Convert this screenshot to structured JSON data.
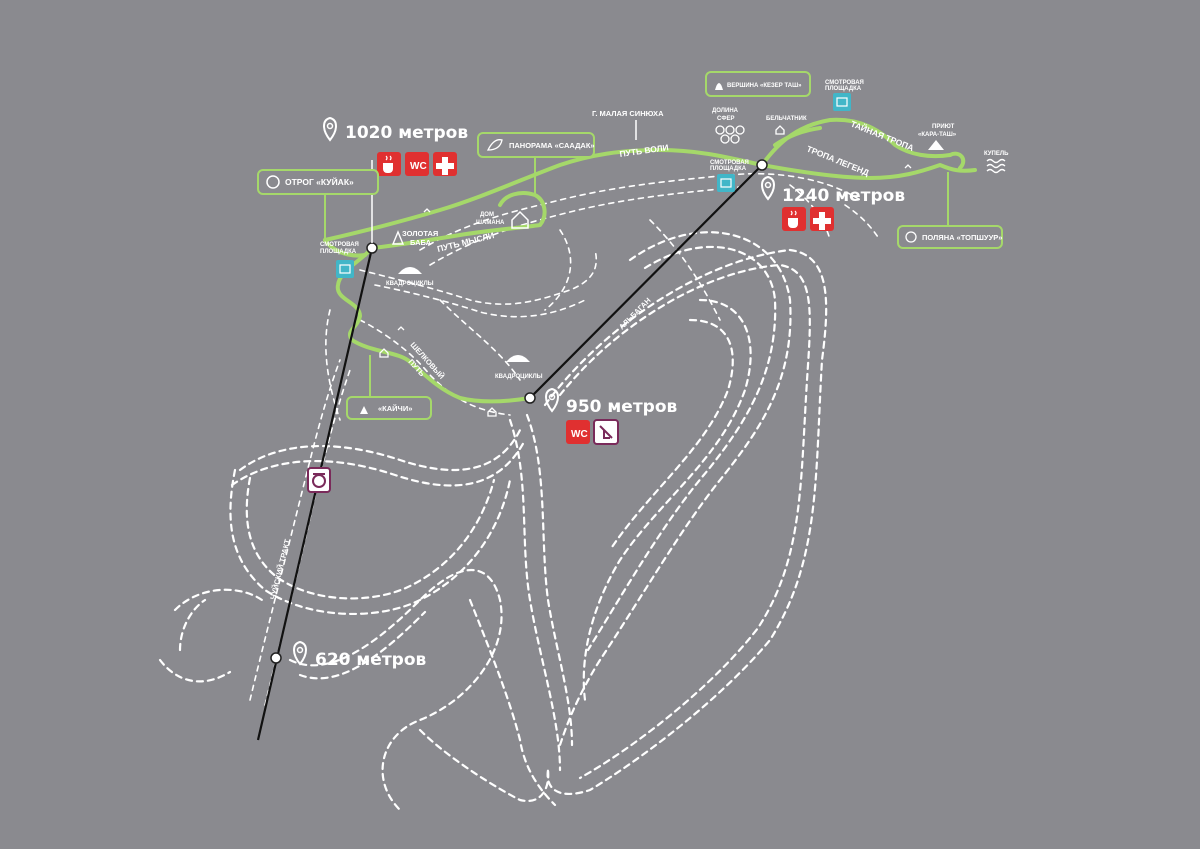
{
  "altitudes": {
    "a620": "620 метров",
    "a950": "950 метров",
    "a1020": "1020 метров",
    "a1240": "1240 метров"
  },
  "places": {
    "malaya_sinyukha": "Г. МАЛАЯ СИНЮХА",
    "put_voli": "ПУТЬ ВОЛИ",
    "put_mysli": "ПУТЬ МЫСЛИ",
    "dom_shamana": [
      "ДОМ",
      "ШАМАНА"
    ],
    "zolotaya_baba": [
      "ЗОЛОТАЯ",
      "БАБА"
    ],
    "kvadrocikly": "КВАДРОЦИКЛЫ",
    "shelkovy_put": [
      "ШЕЛКОВЫЙ",
      "ПУТЬ"
    ],
    "albagan": "АЛЬБАГАН",
    "chuysky_trakt": "ЧУЙСКИЙ ТРАКТ",
    "dolina_sfer": [
      "ДОЛИНА",
      "СФЕР"
    ],
    "belchatnik": "БЕЛЬЧАТНИК",
    "taynaya_tropa": "ТАЙНАЯ ТРОПА",
    "tropa_legend": "ТРОПА ЛЕГЕНД",
    "priyut": [
      "ПРИЮТ",
      "«КАРА-ТАШ»"
    ],
    "kupel": "КУПЕЛЬ",
    "smotrovaya": [
      "СМОТРОВАЯ",
      "ПЛОЩАДКА"
    ]
  },
  "callouts": {
    "otrog": "ОТРОГ «КУЙАК»",
    "panorama": "ПАНОРАМА «СААДАК»",
    "kaychi": "«КАЙЧИ»",
    "vershina": "ВЕРШИНА «КЕЗЕР ТАШ»",
    "polyana": "ПОЛЯНА «ТОПШУУР»"
  },
  "amenities": {
    "wc": "WC"
  },
  "colors": {
    "background": "#8a8a8f",
    "trail": "#a5d86a",
    "amenity_red": "#e03030",
    "viewpoint_cyan": "#41b6c8",
    "cable_line": "#111111"
  }
}
